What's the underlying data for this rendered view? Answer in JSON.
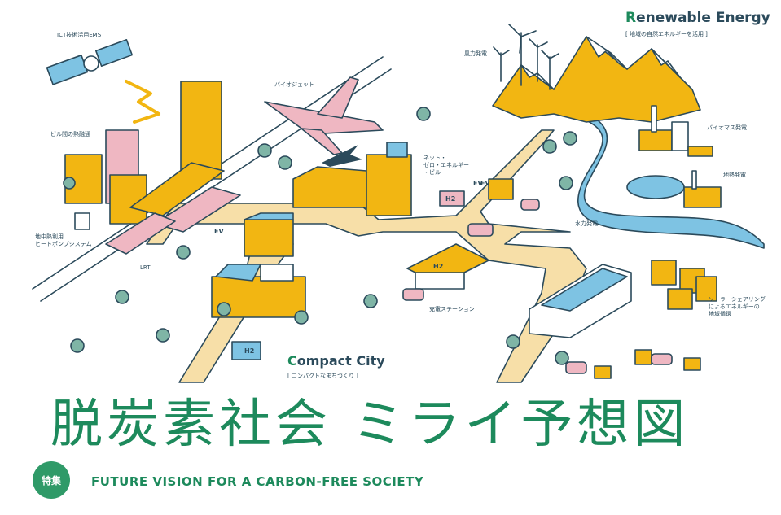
{
  "labels": {
    "ict_ems": "ICT技術活用EMS",
    "bio_jet": "バイオジェット",
    "heat_interchange": "ビル間の熱融通",
    "wind": "風力発電",
    "biomass": "バイオマス発電",
    "geothermal": "地熱発電",
    "zeb": "ネット・\nゼロ・エネルギー\n・ビル",
    "hydro": "水力発電",
    "heat_pump": "地中熱利用\nヒートポンプシステム",
    "lrt": "LRT",
    "charging": "充電ステーション",
    "solar_sharing": "ソーラーシェアリング\nによるエネルギーの\n地域循環"
  },
  "signs": {
    "ev1": "EV",
    "ev2": "EV",
    "ev3": "EV",
    "h2_roof": "H2",
    "h2_truck": "H2",
    "h2_bus": "H2"
  },
  "renewable": {
    "title_initial": "R",
    "title_rest": "enewable Energy",
    "subtitle": "[ 地域の自然エネルギーを活用 ]"
  },
  "compact": {
    "title_initial": "C",
    "title_rest": "ompact City",
    "subtitle": "[ コンパクトなまちづくり ]"
  },
  "main_title": "脱炭素社会 ミライ予想図",
  "badge": "特集",
  "subtitle": "FUTURE VISION FOR A CARBON-FREE SOCIETY",
  "colors": {
    "green": "#1d8a5c",
    "yellow": "#f2b612",
    "pink": "#efb7c2",
    "road": "#f7dfa8",
    "river": "#7ec3e3",
    "outline": "#2b4a5b"
  }
}
